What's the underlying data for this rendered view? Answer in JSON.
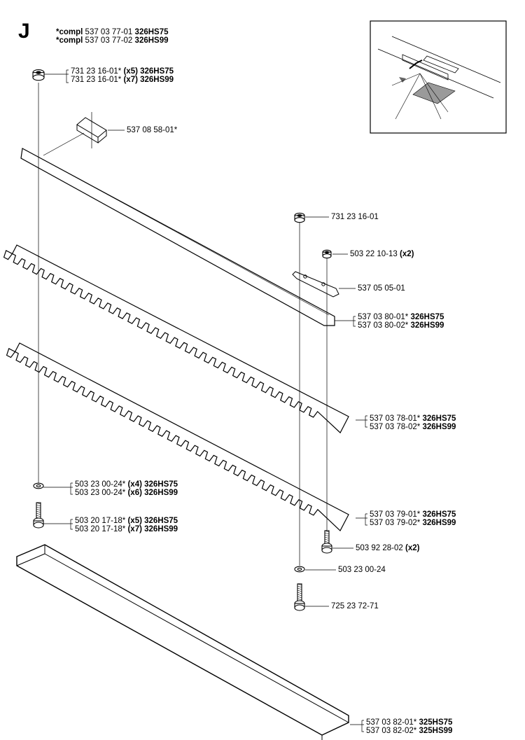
{
  "section": "J",
  "header": [
    {
      "prefix": "*compl",
      "part": "537 03 77-01",
      "model": "326HS75"
    },
    {
      "prefix": "*compl",
      "part": "537 03 77-02",
      "model": "326HS99"
    }
  ],
  "callouts": [
    {
      "id": "nut-top-left",
      "lines": [
        {
          "part": "731 23 16-01*",
          "qty": "(x5)",
          "model": "326HS75"
        },
        {
          "part": "731 23 16-01*",
          "qty": "(x7)",
          "model": "326HS99"
        }
      ]
    },
    {
      "id": "clip",
      "lines": [
        {
          "part": "537 08 58-01*",
          "qty": "",
          "model": ""
        }
      ]
    },
    {
      "id": "nut-right",
      "lines": [
        {
          "part": "731 23 16-01",
          "qty": "",
          "model": ""
        }
      ]
    },
    {
      "id": "nut-small-right",
      "lines": [
        {
          "part": "503 22 10-13",
          "qty": "(x2)",
          "model": ""
        }
      ]
    },
    {
      "id": "plate-right",
      "lines": [
        {
          "part": "537 05 05-01",
          "qty": "",
          "model": ""
        }
      ]
    },
    {
      "id": "bar",
      "lines": [
        {
          "part": "537 03 80-01*",
          "qty": "",
          "model": "326HS75"
        },
        {
          "part": "537 03 80-02*",
          "qty": "",
          "model": "326HS99"
        }
      ]
    },
    {
      "id": "blade-upper",
      "lines": [
        {
          "part": "537 03 78-01*",
          "qty": "",
          "model": "326HS75"
        },
        {
          "part": "537 03 78-02*",
          "qty": "",
          "model": "326HS99"
        }
      ]
    },
    {
      "id": "washer-left",
      "lines": [
        {
          "part": "503 23 00-24*",
          "qty": "(x4)",
          "model": "326HS75"
        },
        {
          "part": "503 23 00-24*",
          "qty": "(x6)",
          "model": "326HS99"
        }
      ]
    },
    {
      "id": "blade-lower",
      "lines": [
        {
          "part": "537 03 79-01*",
          "qty": "",
          "model": "326HS75"
        },
        {
          "part": "537 03 79-02*",
          "qty": "",
          "model": "326HS99"
        }
      ]
    },
    {
      "id": "bolt-left",
      "lines": [
        {
          "part": "503 20 17-18*",
          "qty": "(x5)",
          "model": "326HS75"
        },
        {
          "part": "503 20 17-18*",
          "qty": "(x7)",
          "model": "326HS99"
        }
      ]
    },
    {
      "id": "screw-right",
      "lines": [
        {
          "part": "503 92 28-02",
          "qty": "(x2)",
          "model": ""
        }
      ]
    },
    {
      "id": "washer-right",
      "lines": [
        {
          "part": "503 23 00-24",
          "qty": "",
          "model": ""
        }
      ]
    },
    {
      "id": "bolt-right",
      "lines": [
        {
          "part": "725 23 72-71",
          "qty": "",
          "model": ""
        }
      ]
    },
    {
      "id": "guard",
      "lines": [
        {
          "part": "537 03 82-01*",
          "qty": "",
          "model": "325HS75"
        },
        {
          "part": "537 03 82-02*",
          "qty": "",
          "model": "325HS99"
        }
      ]
    }
  ]
}
